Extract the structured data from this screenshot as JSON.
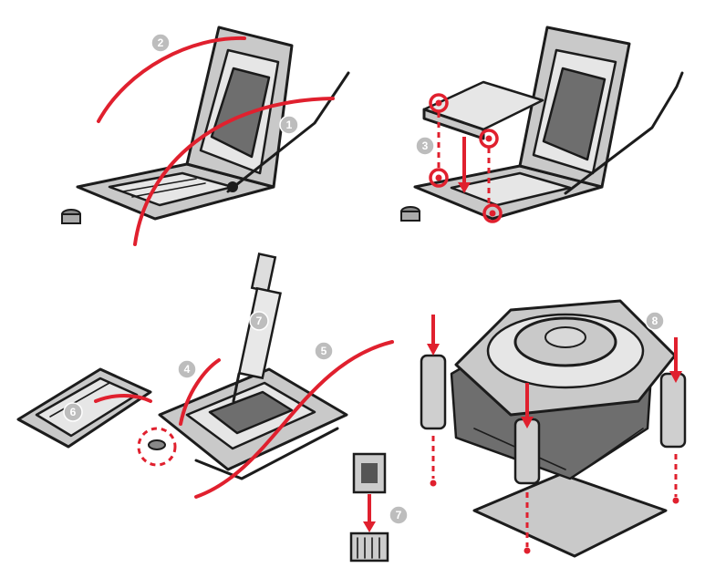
{
  "steps": [
    {
      "id": "step-1",
      "label": "1"
    },
    {
      "id": "step-2",
      "label": "2"
    },
    {
      "id": "step-3",
      "label": "3"
    },
    {
      "id": "step-4",
      "label": "4"
    },
    {
      "id": "step-5",
      "label": "5"
    },
    {
      "id": "step-6",
      "label": "6"
    },
    {
      "id": "step-7",
      "label": "7"
    },
    {
      "id": "step-8",
      "label": "8"
    }
  ],
  "colors": {
    "accent_red": "#e0202e",
    "line_black": "#1c1c1c",
    "metal_gray": "#c9c9c9",
    "badge_gray": "#bdbdbd"
  },
  "icons": [
    "cpu-socket-icon",
    "load-plate-icon",
    "thermal-paste-syringe-icon",
    "cpu-cooler-icon",
    "fan-connector-icon",
    "socket-cap-icon",
    "push-pin-icon"
  ]
}
